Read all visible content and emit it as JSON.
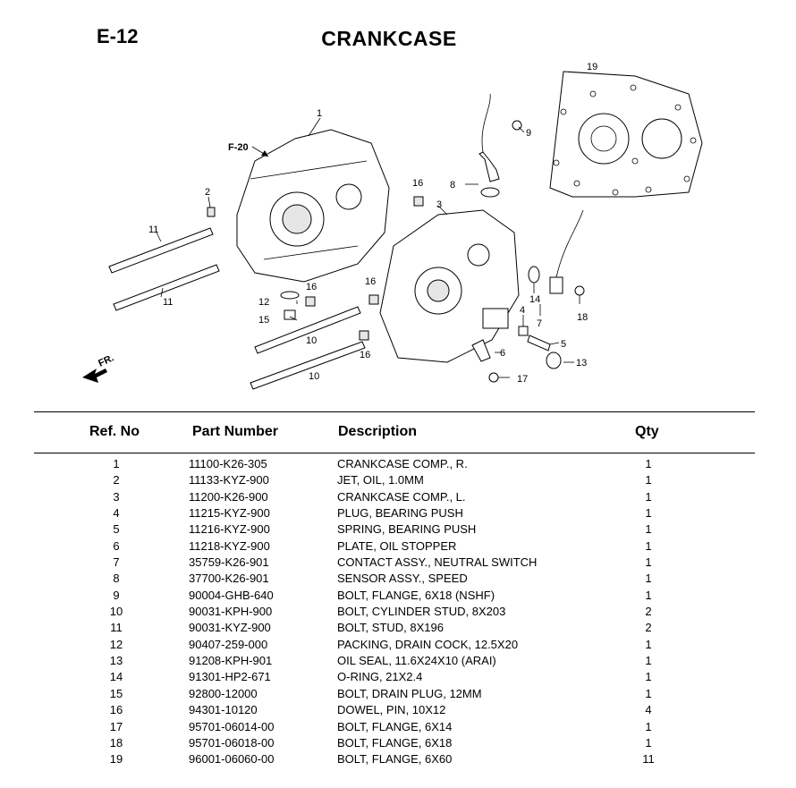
{
  "page": {
    "code": "E-12",
    "title": "CRANKCASE"
  },
  "diagram": {
    "ref_f20": "F-20",
    "ref_fr": "FR.",
    "callouts": [
      "1",
      "2",
      "3",
      "4",
      "5",
      "6",
      "7",
      "8",
      "9",
      "10",
      "10",
      "11",
      "11",
      "12",
      "13",
      "14",
      "15",
      "16",
      "16",
      "16",
      "16",
      "17",
      "18",
      "19"
    ]
  },
  "table": {
    "headers": {
      "ref": "Ref. No",
      "part_number": "Part Number",
      "description": "Description",
      "qty": "Qty"
    },
    "rows": [
      {
        "ref": "1",
        "part_number": "11100-K26-305",
        "description": "CRANKCASE COMP., R.",
        "qty": "1"
      },
      {
        "ref": "2",
        "part_number": "11133-KYZ-900",
        "description": "JET, OIL, 1.0MM",
        "qty": "1"
      },
      {
        "ref": "3",
        "part_number": "11200-K26-900",
        "description": "CRANKCASE COMP., L.",
        "qty": "1"
      },
      {
        "ref": "4",
        "part_number": "11215-KYZ-900",
        "description": "PLUG, BEARING PUSH",
        "qty": "1"
      },
      {
        "ref": "5",
        "part_number": "11216-KYZ-900",
        "description": "SPRING, BEARING PUSH",
        "qty": "1"
      },
      {
        "ref": "6",
        "part_number": "11218-KYZ-900",
        "description": "PLATE, OIL STOPPER",
        "qty": "1"
      },
      {
        "ref": "7",
        "part_number": "35759-K26-901",
        "description": "CONTACT ASSY., NEUTRAL SWITCH",
        "qty": "1"
      },
      {
        "ref": "8",
        "part_number": "37700-K26-901",
        "description": "SENSOR ASSY., SPEED",
        "qty": "1"
      },
      {
        "ref": "9",
        "part_number": "90004-GHB-640",
        "description": "BOLT, FLANGE, 6X18 (NSHF)",
        "qty": "1"
      },
      {
        "ref": "10",
        "part_number": "90031-KPH-900",
        "description": "BOLT, CYLINDER STUD, 8X203",
        "qty": "2"
      },
      {
        "ref": "11",
        "part_number": "90031-KYZ-900",
        "description": "BOLT, STUD, 8X196",
        "qty": "2"
      },
      {
        "ref": "12",
        "part_number": "90407-259-000",
        "description": "PACKING, DRAIN COCK, 12.5X20",
        "qty": "1"
      },
      {
        "ref": "13",
        "part_number": "91208-KPH-901",
        "description": "OIL SEAL, 11.6X24X10 (ARAI)",
        "qty": "1"
      },
      {
        "ref": "14",
        "part_number": "91301-HP2-671",
        "description": "O-RING, 21X2.4",
        "qty": "1"
      },
      {
        "ref": "15",
        "part_number": "92800-12000",
        "description": "BOLT, DRAIN PLUG, 12MM",
        "qty": "1"
      },
      {
        "ref": "16",
        "part_number": "94301-10120",
        "description": "DOWEL, PIN, 10X12",
        "qty": "4"
      },
      {
        "ref": "17",
        "part_number": "95701-06014-00",
        "description": "BOLT, FLANGE, 6X14",
        "qty": "1"
      },
      {
        "ref": "18",
        "part_number": "95701-06018-00",
        "description": "BOLT, FLANGE, 6X18",
        "qty": "1"
      },
      {
        "ref": "19",
        "part_number": "96001-06060-00",
        "description": "BOLT, FLANGE, 6X60",
        "qty": "11"
      }
    ]
  }
}
